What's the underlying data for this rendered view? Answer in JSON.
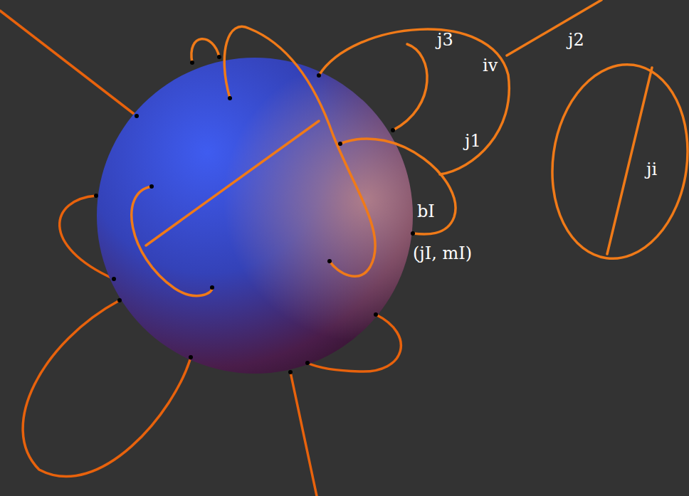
{
  "diagram": {
    "labels": [
      "j3",
      "iv",
      "j2",
      "j1",
      "ji",
      "bI",
      "(jI, mI)"
    ]
  }
}
